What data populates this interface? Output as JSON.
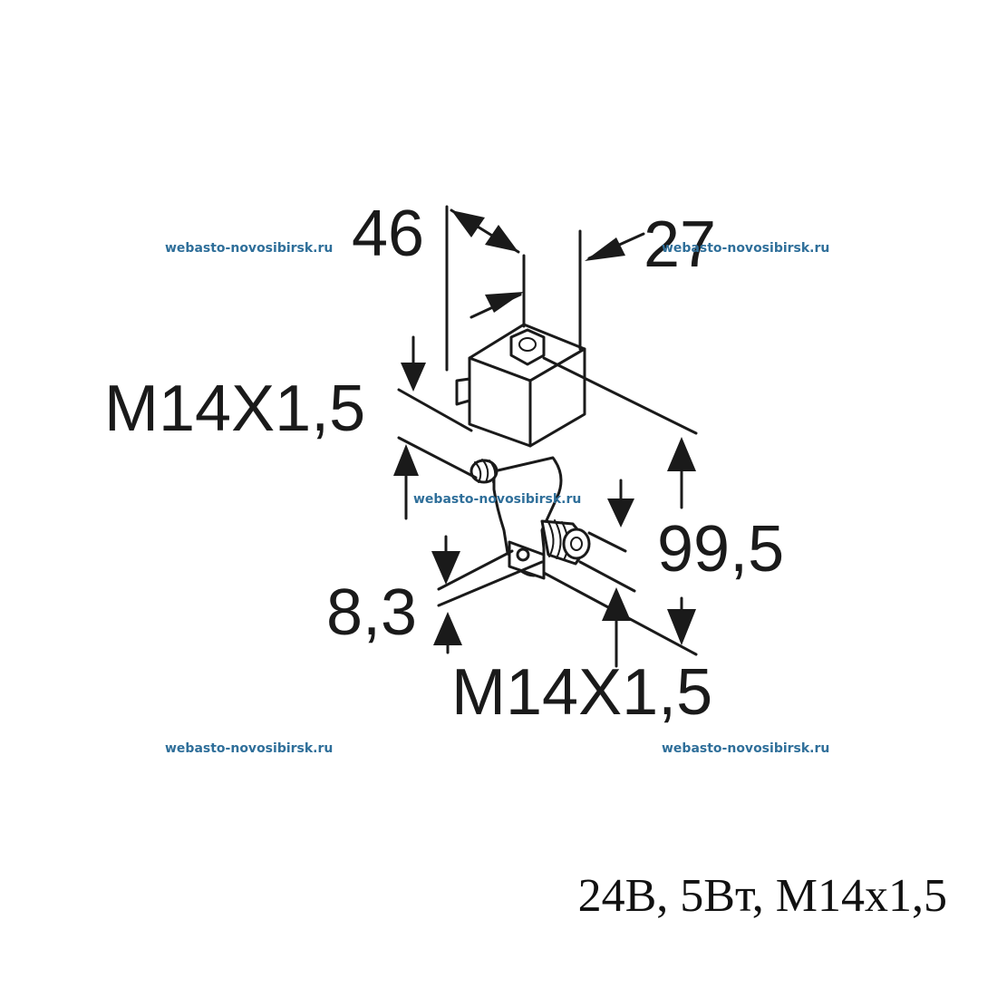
{
  "dimensions": {
    "width_top": "46",
    "depth": "27",
    "thread_top": "M14X1,5",
    "height": "99,5",
    "offset": "8,3",
    "thread_bottom": "M14X1,5"
  },
  "watermarks": [
    "webasto-novosibirsk.ru",
    "webasto-novosibirsk.ru",
    "webasto-novosibirsk.ru",
    "webasto-novosibirsk.ru",
    "webasto-novosibirsk.ru"
  ],
  "caption": "24В, 5Вт, М14х1,5"
}
